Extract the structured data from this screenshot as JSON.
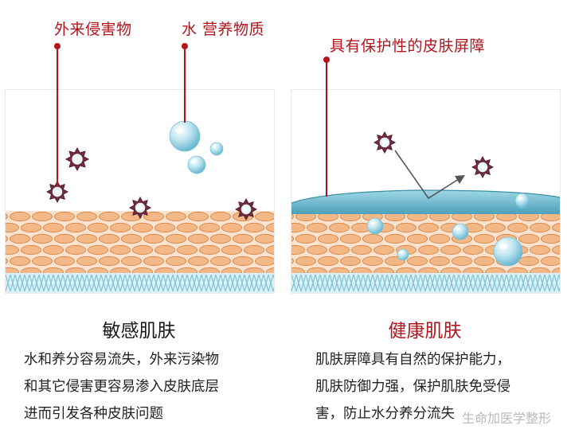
{
  "colors": {
    "accent": "#b1141c",
    "skin_cell_fill": "#f4b887",
    "skin_cell_stroke": "#d88a4f",
    "skin_bg": "#fbe3cf",
    "membrane_base": "#7fc3d6",
    "barrier_film": "#5aa9c2"
  },
  "left_panel": {
    "pointer_harm": "外来侵害物",
    "pointer_water": "水 营养物质",
    "title": "敏感肌肤",
    "description": [
      "水和养分容易流失，外来污染物",
      "和其它侵害更容易渗入皮肤底层",
      "进而引发各种皮肤问题"
    ]
  },
  "right_panel": {
    "pointer_barrier": "具有保护性的皮肤屏障",
    "title": "健康肌肤",
    "description": [
      "肌肤屏障具有自然的保护能力，",
      "肌肤防御力强，保护肌肤免受侵",
      "害，防止水分养分流失"
    ]
  },
  "icons": [
    "harmful-particle-icon",
    "water-droplet-icon",
    "deflection-arrow-icon"
  ],
  "watermark": "生命加医学整形"
}
